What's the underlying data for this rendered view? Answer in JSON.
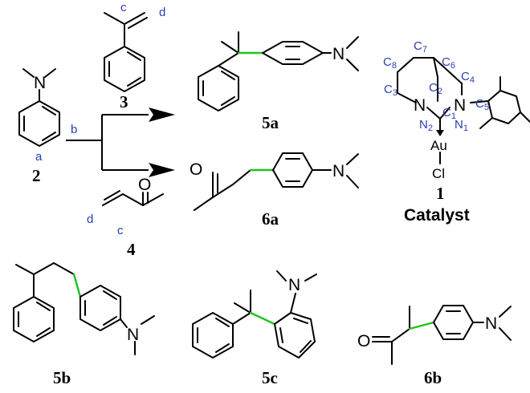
{
  "labels": {
    "compound_2": "2",
    "compound_3": "3",
    "compound_4": "4",
    "compound_5a": "5a",
    "compound_6a": "6a",
    "compound_5b": "5b",
    "compound_5c": "5c",
    "compound_6b": "6b",
    "compound_1": "1",
    "catalyst": "Catalyst"
  },
  "atoms": {
    "nitrogen": "N",
    "oxygen": "O",
    "gold": "Au",
    "chlorine": "Cl"
  },
  "positions": {
    "a": "a",
    "b": "b",
    "c": "c",
    "d": "d"
  },
  "catalyst_atoms": {
    "C1": "C",
    "C1_num": "1",
    "C2": "C",
    "C2_num": "2",
    "C3": "C",
    "C3_num": "3",
    "C4": "C",
    "C4_num": "4",
    "C5": "C",
    "C5_num": "5",
    "C6": "C",
    "C6_num": "6",
    "C7": "C",
    "C7_num": "7",
    "C8": "C",
    "C8_num": "8",
    "N1": "N",
    "N1_num": "1",
    "N2": "N",
    "N2_num": "2"
  },
  "colors": {
    "new_bond": "#1ec31e",
    "position_label": "#2b3bb5"
  }
}
